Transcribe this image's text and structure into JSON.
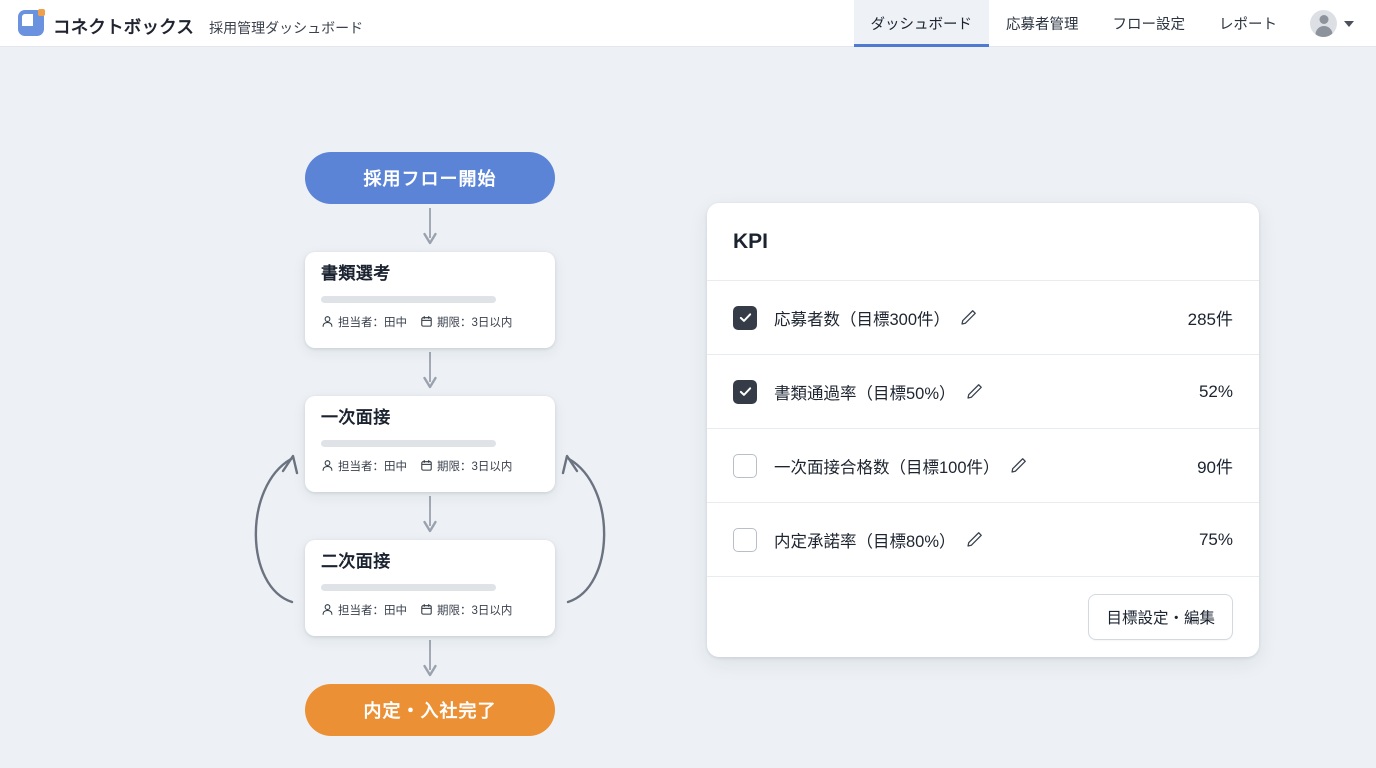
{
  "header": {
    "brand_name": "コネクトボックス",
    "brand_subtitle": "採用管理ダッシュボード",
    "nav": [
      {
        "label": "ダッシュボード",
        "active": true
      },
      {
        "label": "応募者管理",
        "active": false
      },
      {
        "label": "フロー設定",
        "active": false
      },
      {
        "label": "レポート",
        "active": false
      }
    ],
    "accent_color": "#4f7ad1"
  },
  "flow": {
    "start_node": {
      "label": "採用フロー開始",
      "color": "#5b84d6"
    },
    "end_node": {
      "label": "内定・入社完了",
      "color": "#ec9035"
    },
    "steps": [
      {
        "title": "書類選考",
        "assignee": "担当者：田中",
        "due": "期限：3日以内"
      },
      {
        "title": "一次面接",
        "assignee": "担当者：田中",
        "due": "期限：3日以内"
      },
      {
        "title": "二次面接",
        "assignee": "担当者：田中",
        "due": "期限：3日以内"
      }
    ]
  },
  "kpi": {
    "title": "KPI",
    "rows": [
      {
        "checked": true,
        "label": "応募者数（目標300件）",
        "value": "285件"
      },
      {
        "checked": true,
        "label": "書類通過率（目標50%）",
        "value": "52%"
      },
      {
        "checked": false,
        "label": "一次面接合格数（目標100件）",
        "value": "90件"
      },
      {
        "checked": false,
        "label": "内定承諾率（目標80%）",
        "value": "75%"
      }
    ],
    "edit_button": "目標設定・編集"
  }
}
